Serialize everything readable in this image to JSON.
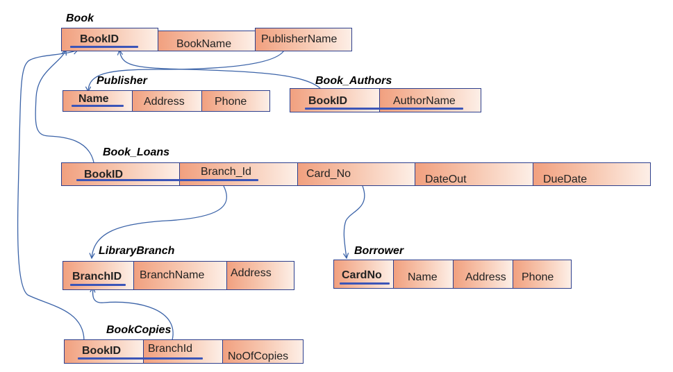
{
  "colors": {
    "line": "#3b63a8",
    "underline": "#3b55b8",
    "border": "#2c3e8c",
    "cell_start": "#f1a07f",
    "cell_end": "#fdefe7"
  },
  "tables": {
    "book": {
      "title": "Book",
      "columns": [
        {
          "label": "BookID",
          "key": true
        },
        {
          "label": "BookName",
          "key": false
        },
        {
          "label": "PublisherName",
          "key": false
        }
      ]
    },
    "publisher": {
      "title": "Publisher",
      "columns": [
        {
          "label": "Name",
          "key": true
        },
        {
          "label": "Address",
          "key": false
        },
        {
          "label": "Phone",
          "key": false
        }
      ]
    },
    "book_authors": {
      "title": "Book_Authors",
      "columns": [
        {
          "label": "BookID",
          "key": true
        },
        {
          "label": "AuthorName",
          "key": true
        }
      ]
    },
    "book_loans": {
      "title": "Book_Loans",
      "columns": [
        {
          "label": "BookID",
          "key": true
        },
        {
          "label": "Branch_Id",
          "key": true
        },
        {
          "label": "Card_No",
          "key": false
        },
        {
          "label": "DateOut",
          "key": false
        },
        {
          "label": "DueDate",
          "key": false
        }
      ]
    },
    "library_branch": {
      "title": "LibraryBranch",
      "columns": [
        {
          "label": "BranchID",
          "key": true
        },
        {
          "label": "BranchName",
          "key": false
        },
        {
          "label": "Address",
          "key": false
        }
      ]
    },
    "borrower": {
      "title": "Borrower",
      "columns": [
        {
          "label": "CardNo",
          "key": true
        },
        {
          "label": "Name",
          "key": false
        },
        {
          "label": "Address",
          "key": false
        },
        {
          "label": "Phone",
          "key": false
        }
      ]
    },
    "book_copies": {
      "title": "BookCopies",
      "columns": [
        {
          "label": "BookID",
          "key": true
        },
        {
          "label": "BranchId",
          "key": true
        },
        {
          "label": "NoOfCopies",
          "key": false
        }
      ]
    }
  },
  "relationships": [
    {
      "from": "book.PublisherName",
      "to": "publisher.Name"
    },
    {
      "from": "book_authors.BookID",
      "to": "book.BookID"
    },
    {
      "from": "book_loans.BookID",
      "to": "book.BookID"
    },
    {
      "from": "book_loans.Branch_Id",
      "to": "library_branch.BranchID"
    },
    {
      "from": "book_loans.Card_No",
      "to": "borrower.CardNo"
    },
    {
      "from": "book_copies.BookID",
      "to": "book.BookID"
    },
    {
      "from": "book_copies.BranchId",
      "to": "library_branch.BranchID"
    }
  ]
}
